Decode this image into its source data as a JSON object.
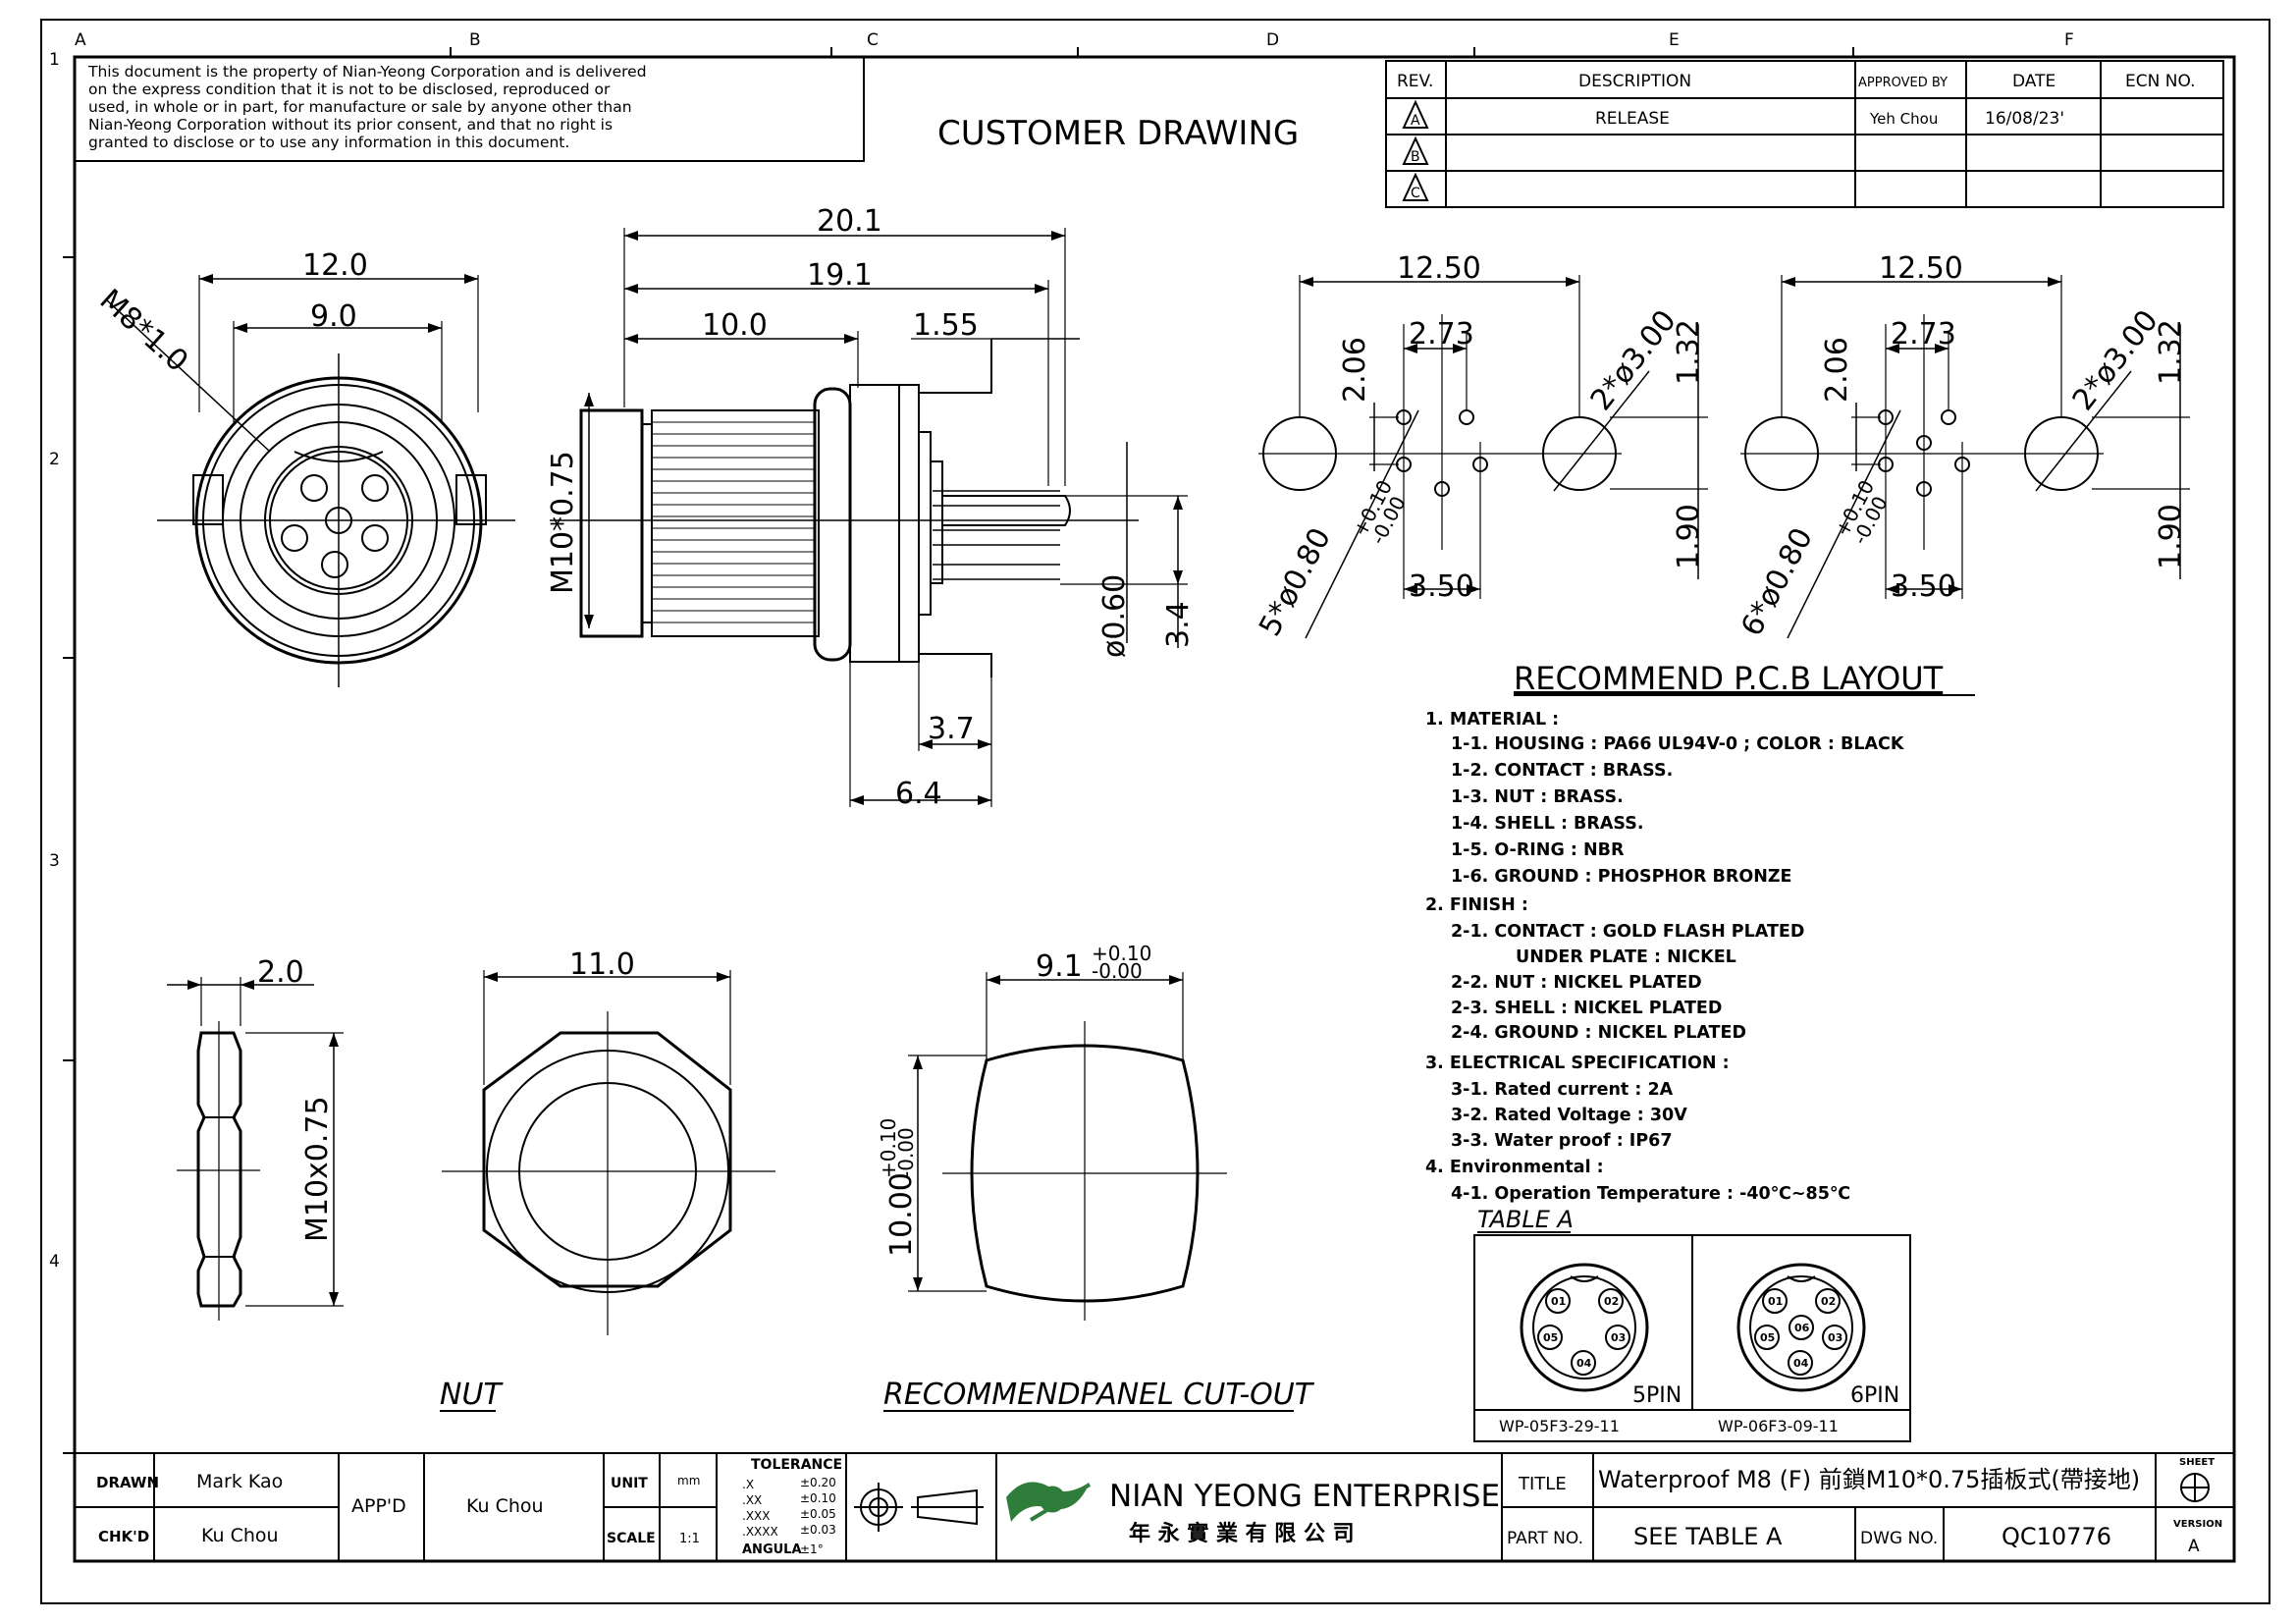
{
  "sheet": {
    "col_letters": [
      "A",
      "B",
      "C",
      "D",
      "E",
      "F"
    ],
    "row_numbers": [
      "1",
      "2",
      "3",
      "4"
    ]
  },
  "notice": [
    "This document is the property of Nian-Yeong Corporation and is delivered",
    "on  the  express condition that it is not to be disclosed, reproduced or",
    "used, in whole or in part, for manufacture or sale by anyone other than",
    "Nian-Yeong Corporation without  its prior consent, and that  no right  is",
    "granted to disclose or to use any information in this  document."
  ],
  "drawing_title": "CUSTOMER  DRAWING",
  "revision_table": {
    "headers": [
      "REV.",
      "DESCRIPTION",
      "APPROVED BY",
      "DATE",
      "ECN NO."
    ],
    "rows": [
      {
        "rev": "A",
        "description": "RELEASE",
        "approved_by": "Yeh Chou",
        "date": "16/08/23'",
        "ecn": ""
      },
      {
        "rev": "B",
        "description": "",
        "approved_by": "",
        "date": "",
        "ecn": ""
      },
      {
        "rev": "C",
        "description": "",
        "approved_by": "",
        "date": "",
        "ecn": ""
      }
    ]
  },
  "dimensions": {
    "front_view": {
      "d1": "12.0",
      "d2": "9.0",
      "thread": "M8*1.0"
    },
    "side_view": {
      "d_20_1": "20.1",
      "d_19_1": "19.1",
      "d_10_0": "10.0",
      "d_1_55": "1.55",
      "thread": "M10*0.75",
      "pin_dia": "ø0.60",
      "d_3_4": "3.4",
      "d_3_7": "3.7",
      "d_6_4": "6.4"
    },
    "pcb_5": {
      "d_12_50": "12.50",
      "d_2_73": "2.73",
      "d_2_06": "2.06",
      "d_1_32": "1.32",
      "d_1_90": "1.90",
      "d_3_50": "3.50",
      "holes": "2*ø3.00",
      "pins": "5*ø0.80",
      "tol_plus": "+0.10",
      "tol_minus": "-0.00"
    },
    "pcb_6": {
      "d_12_50": "12.50",
      "d_2_73": "2.73",
      "d_2_06": "2.06",
      "d_1_32": "1.32",
      "d_1_90": "1.90",
      "d_3_50": "3.50",
      "holes": "2*ø3.00",
      "pins": "6*ø0.80",
      "tol_plus": "+0.10",
      "tol_minus": "-0.00"
    },
    "nut_side": {
      "d_2_0": "2.0",
      "thread": "M10x0.75"
    },
    "nut_front": {
      "d_11_0": "11.0"
    },
    "cutout": {
      "width": "9.1",
      "w_plus": "+0.10",
      "w_minus": "-0.00",
      "height": "10.00",
      "h_plus": "+0.10",
      "h_minus": "-0.00"
    }
  },
  "labels": {
    "pcb_layout": "RECOMMEND  P.C.B  LAYOUT",
    "nut": "NUT",
    "cutout": "RECOMMENDPANEL  CUT-OUT"
  },
  "specs": [
    {
      "text": "1.  MATERIAL  :",
      "indent": 0
    },
    {
      "text": "1-1.  HOUSING  :  PA66  UL94V-0  ;  COLOR  :  BLACK",
      "indent": 1
    },
    {
      "text": "1-2.  CONTACT  :  BRASS.",
      "indent": 1
    },
    {
      "text": "1-3.  NUT  :  BRASS.",
      "indent": 1
    },
    {
      "text": "1-4.  SHELL  :  BRASS.",
      "indent": 1
    },
    {
      "text": "1-5.  O-RING  :  NBR",
      "indent": 1
    },
    {
      "text": "1-6.  GROUND  :  PHOSPHOR  BRONZE",
      "indent": 1
    },
    {
      "text": "2.  FINISH  :",
      "indent": 0
    },
    {
      "text": "2-1.  CONTACT  :  GOLD  FLASH  PLATED",
      "indent": 1
    },
    {
      "text": "UNDER  PLATE  :  NICKEL",
      "indent": 2
    },
    {
      "text": "2-2.  NUT  :  NICKEL  PLATED",
      "indent": 1
    },
    {
      "text": "2-3.  SHELL  :  NICKEL  PLATED",
      "indent": 1
    },
    {
      "text": "2-4.  GROUND  :  NICKEL  PLATED",
      "indent": 1
    },
    {
      "text": "3.  ELECTRICAL  SPECIFICATION  :",
      "indent": 0
    },
    {
      "text": "3-1.  Rated  current  :  2A",
      "indent": 1
    },
    {
      "text": "3-2.  Rated  Voltage  :  30V",
      "indent": 1
    },
    {
      "text": "3-3.  Water  proof  :  IP67",
      "indent": 1
    },
    {
      "text": "4.  Environmental  :",
      "indent": 0
    },
    {
      "text": "4-1.  Operation  Temperature  :  -40℃~85℃",
      "indent": 1
    }
  ],
  "table_a": {
    "title": "TABLE  A",
    "items": [
      {
        "pins_label": "5PIN",
        "part": "WP-05F3-29-11",
        "pin_numbers": [
          "01",
          "02",
          "03",
          "04",
          "05"
        ]
      },
      {
        "pins_label": "6PIN",
        "part": "WP-06F3-09-11",
        "pin_numbers": [
          "01",
          "02",
          "03",
          "04",
          "05",
          "06"
        ]
      }
    ]
  },
  "title_block": {
    "drawn_label": "DRAWN",
    "drawn_by": "Mark Kao",
    "chkd_label": "CHK'D",
    "checked_by": "Ku Chou",
    "appd_label": "APP'D",
    "approved_by": "Ku Chou",
    "unit_label": "UNIT",
    "unit": "mm",
    "scale_label": "SCALE",
    "scale": "1:1",
    "tolerance_title": "TOLERANCE",
    "tolerances": [
      {
        "k": ".X",
        "v": "±0.20"
      },
      {
        "k": ".XX",
        "v": "±0.10"
      },
      {
        "k": ".XXX",
        "v": "±0.05"
      },
      {
        "k": ".XXXX",
        "v": "±0.03"
      },
      {
        "k": "ANGULA",
        "v": "±1°"
      }
    ],
    "company": "NIAN YEONG ENTERPRISE",
    "company_cn": "年 永 實 業 有 限 公 司",
    "title_label": "TITLE",
    "title": "Waterproof  M8  (F)  前鎖M10*0.75插板式(帶接地)",
    "part_label": "PART NO.",
    "part_no": "SEE  TABLE  A",
    "dwg_label": "DWG NO.",
    "dwg_no": "QC10776",
    "sheet_label": "SHEET",
    "version_label": "VERSION",
    "version": "A"
  }
}
